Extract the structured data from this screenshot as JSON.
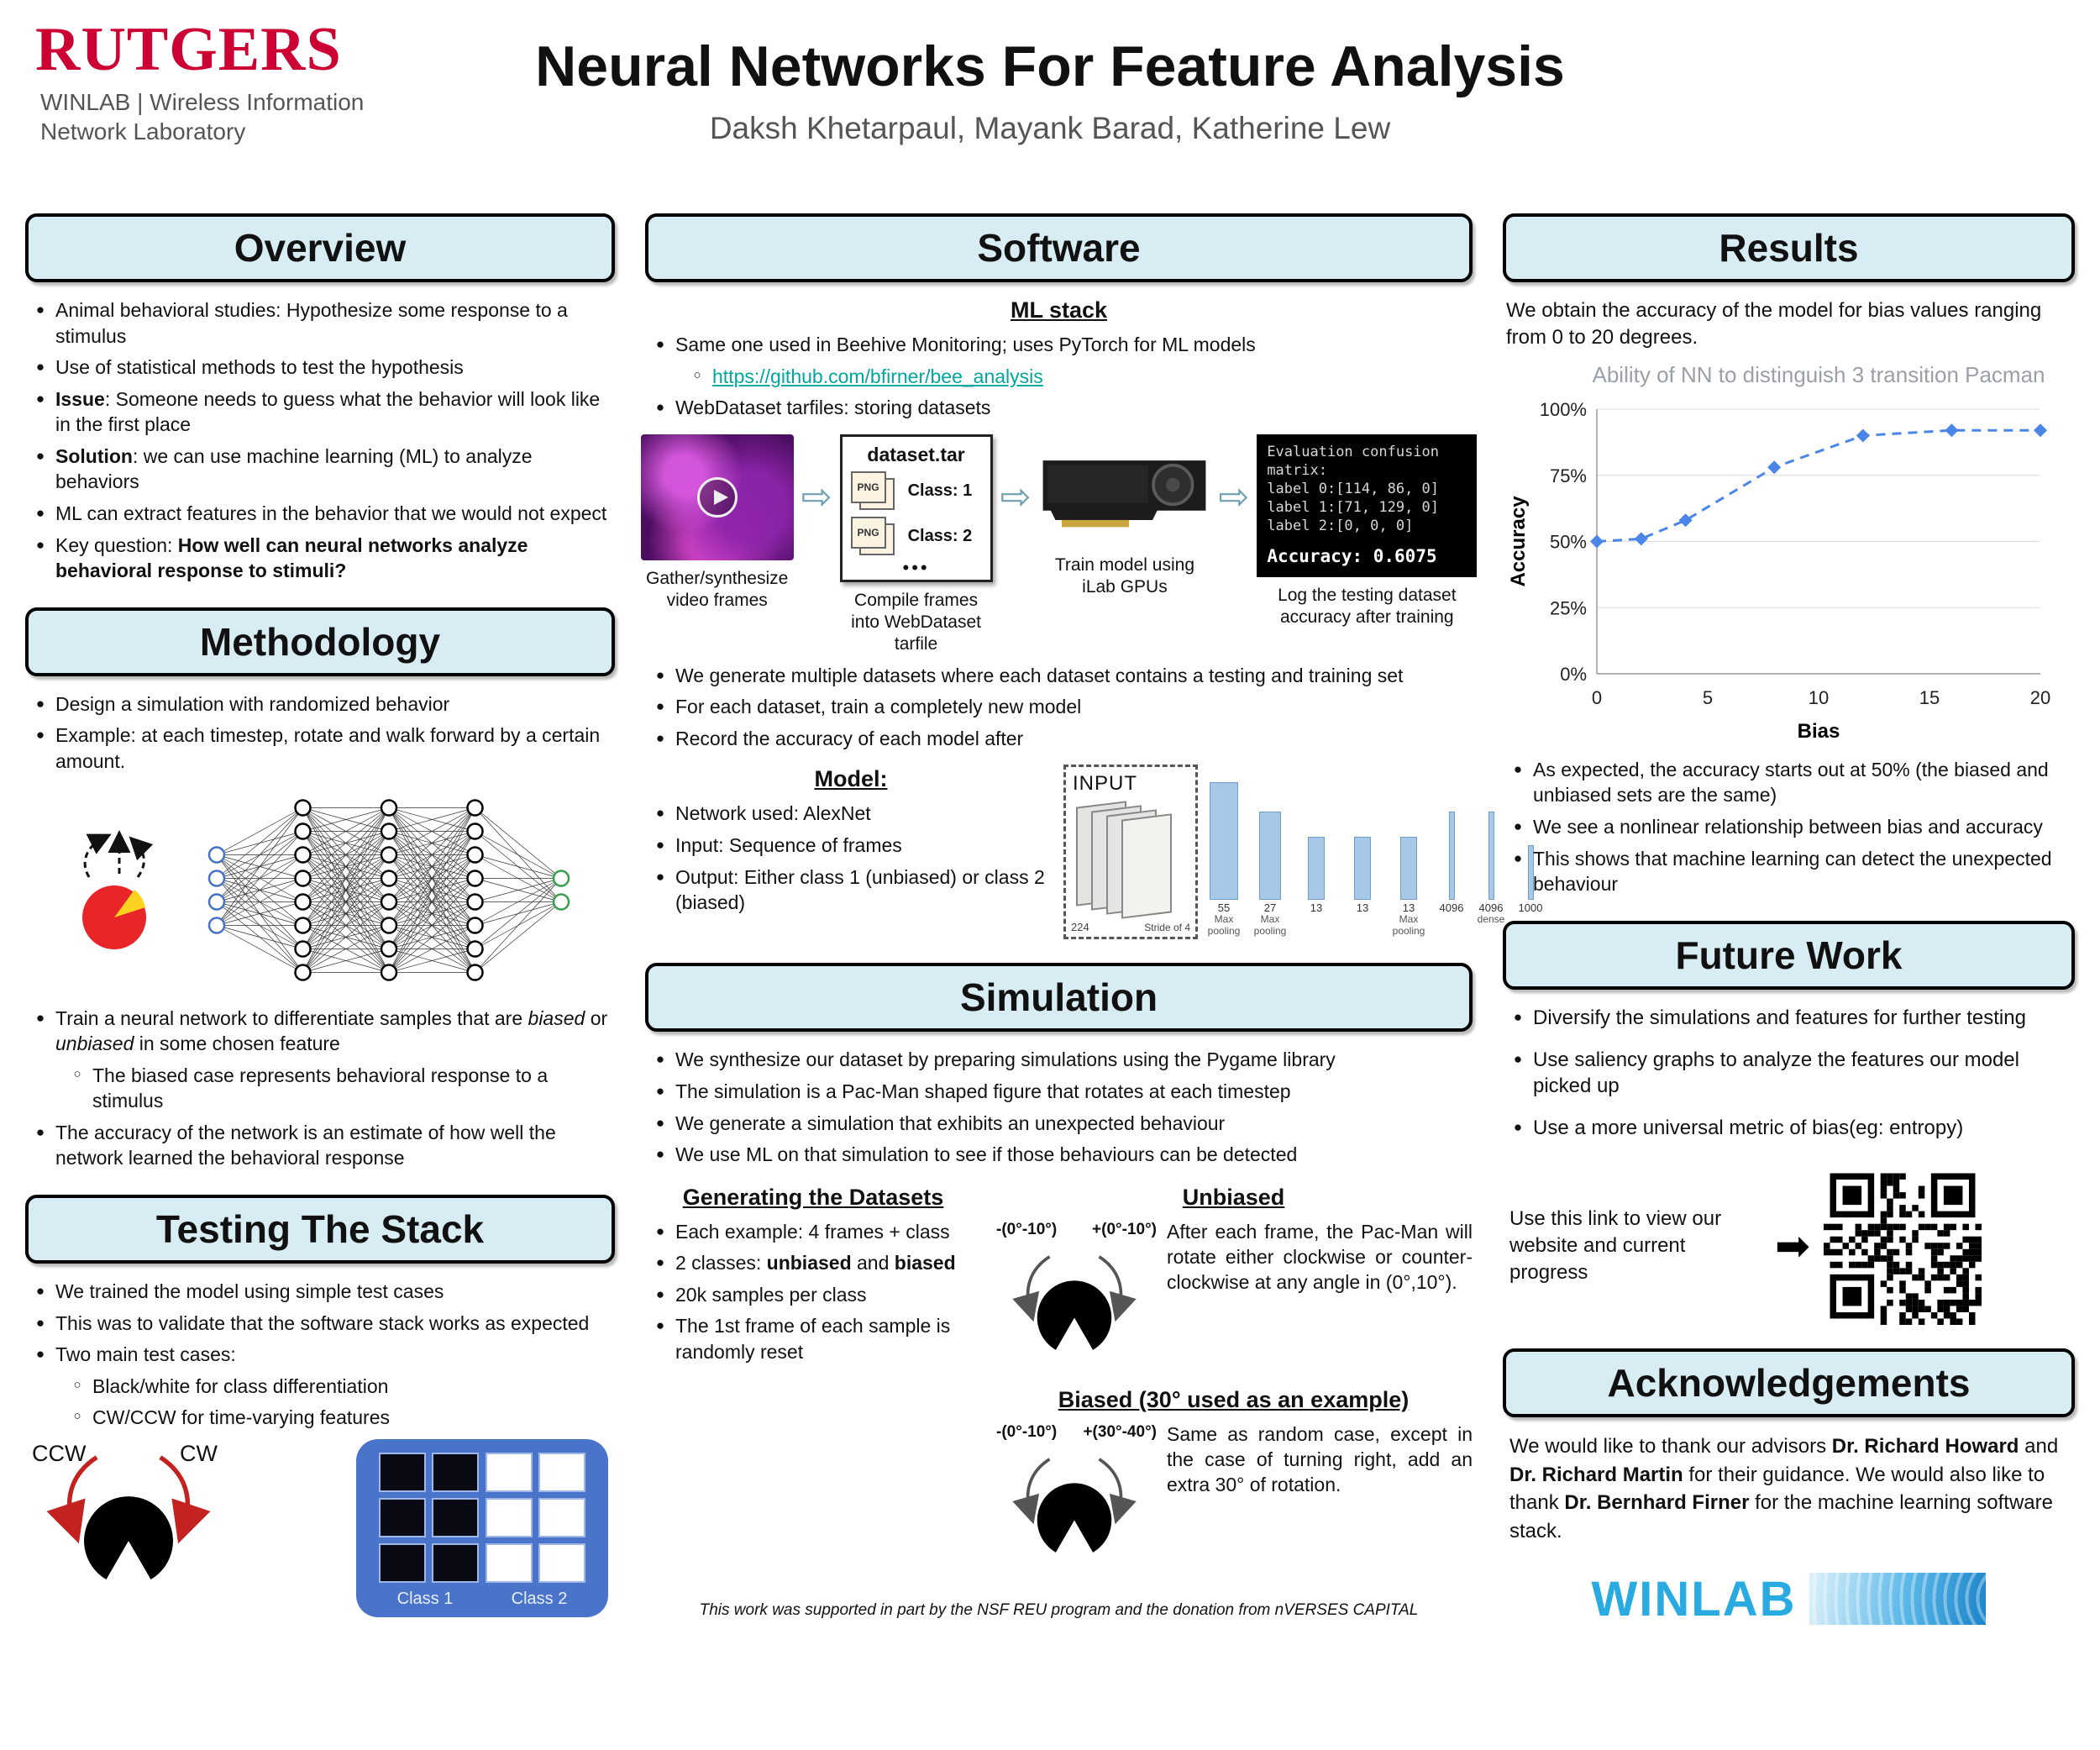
{
  "header": {
    "rutgers": "RUTGERS",
    "winlab_line1": "WINLAB | Wireless Information",
    "winlab_line2": "Network Laboratory",
    "title": "Neural Networks For Feature Analysis",
    "authors": "Daksh Khetarpaul, Mayank Barad, Katherine Lew"
  },
  "overview": {
    "title": "Overview",
    "items": [
      {
        "seg": [
          {
            "t": "Animal behavioral studies: Hypothesize some response to a stimulus"
          }
        ]
      },
      {
        "seg": [
          {
            "t": "Use of statistical methods to test the hypothesis"
          }
        ]
      },
      {
        "seg": [
          {
            "t": "Issue",
            "b": 1
          },
          {
            "t": ": Someone needs to guess what the behavior will look like in the first place"
          }
        ]
      },
      {
        "seg": [
          {
            "t": "Solution",
            "b": 1
          },
          {
            "t": ": we can use machine learning (ML) to analyze behaviors"
          }
        ]
      },
      {
        "seg": [
          {
            "t": "ML can extract features in the behavior that we would not expect"
          }
        ]
      },
      {
        "seg": [
          {
            "t": "Key question: "
          },
          {
            "t": "How well can neural networks analyze behavioral response to stimuli?",
            "b": 1
          }
        ]
      }
    ]
  },
  "methodology": {
    "title": "Methodology",
    "items_top": [
      {
        "seg": [
          {
            "t": "Design a simulation with randomized behavior"
          }
        ]
      },
      {
        "seg": [
          {
            "t": "Example: at each timestep, rotate and walk forward by a certain amount."
          }
        ]
      }
    ],
    "items_bottom": [
      {
        "seg": [
          {
            "t": "Train a neural network to differentiate samples that are "
          },
          {
            "t": "biased",
            "i": 1
          },
          {
            "t": " or "
          },
          {
            "t": "unbiased",
            "i": 1
          },
          {
            "t": " in some chosen feature"
          }
        ]
      },
      {
        "level": 1,
        "seg": [
          {
            "t": "The biased case represents behavioral response to a stimulus"
          }
        ]
      },
      {
        "seg": [
          {
            "t": "The accuracy of the network is an estimate of how well the network learned the behavioral response"
          }
        ]
      }
    ],
    "nn_layers": [
      4,
      8,
      8,
      8,
      2
    ]
  },
  "testing": {
    "title": "Testing The Stack",
    "items": [
      {
        "seg": [
          {
            "t": "We trained the model using simple test cases"
          }
        ]
      },
      {
        "seg": [
          {
            "t": "This was to validate that the software stack works as expected"
          }
        ]
      },
      {
        "seg": [
          {
            "t": "Two main test cases:"
          }
        ]
      },
      {
        "level": 1,
        "seg": [
          {
            "t": "Black/white for class differentiation"
          }
        ]
      },
      {
        "level": 1,
        "seg": [
          {
            "t": "CW/CCW for time-varying features"
          }
        ]
      }
    ],
    "ccw_label": "CCW",
    "cw_label": "CW",
    "class1_label": "Class 1",
    "class2_label": "Class 2"
  },
  "software": {
    "title": "Software",
    "ml_stack_heading": "ML stack",
    "items_top": [
      {
        "seg": [
          {
            "t": "Same one used in Beehive Monitoring; uses PyTorch for ML models"
          }
        ]
      },
      {
        "level": 1,
        "seg": [
          {
            "t": "https://github.com/bfirner/bee_analysis",
            "link": 1
          }
        ]
      },
      {
        "seg": [
          {
            "t": "WebDataset tarfiles: storing datasets"
          }
        ]
      }
    ],
    "pipeline": {
      "dataset_tar": "dataset.tar",
      "png_label": "PNG",
      "class1": "Class: 1",
      "class2": "Class: 2",
      "dots": "•••",
      "terminal_lines": [
        "Evaluation confusion",
        "matrix:",
        "label 0:[114, 86, 0]",
        "label 1:[71, 129, 0]",
        "label 2:[0, 0, 0]"
      ],
      "terminal_accuracy": "Accuracy: 0.6075",
      "captions": [
        "Gather/synthesize video frames",
        "Compile frames into WebDataset tarfile",
        "Train model using iLab GPUs",
        "Log the testing dataset accuracy after training"
      ]
    },
    "items_mid": [
      {
        "seg": [
          {
            "t": "We generate multiple datasets where each dataset contains a testing and training set"
          }
        ]
      },
      {
        "seg": [
          {
            "t": "For each dataset, train a completely new model"
          }
        ]
      },
      {
        "seg": [
          {
            "t": "Record the accuracy of each model after"
          }
        ]
      }
    ],
    "model_heading": "Model:",
    "items_model": [
      {
        "seg": [
          {
            "t": "Network used: AlexNet"
          }
        ]
      },
      {
        "seg": [
          {
            "t": "Input: Sequence of frames"
          }
        ]
      },
      {
        "seg": [
          {
            "t": "Output: Either class 1 (unbiased) or class 2 (biased)"
          }
        ]
      }
    ],
    "alexnet": {
      "input_label": "INPUT",
      "left_num": "224",
      "stride": "Stride of 4",
      "conv_labels": [
        "55",
        "27",
        "13",
        "13",
        "13"
      ],
      "pool_caption": "Max pooling",
      "dense_caption": "dense",
      "dense_labels": [
        "4096",
        "4096",
        "1000"
      ]
    }
  },
  "simulation": {
    "title": "Simulation",
    "items": [
      {
        "seg": [
          {
            "t": "We synthesize our dataset by preparing simulations using the Pygame library"
          }
        ]
      },
      {
        "seg": [
          {
            "t": "The simulation is a Pac-Man shaped figure that rotates at each timestep"
          }
        ]
      },
      {
        "seg": [
          {
            "t": "We generate a simulation that exhibits an unexpected behaviour"
          }
        ]
      },
      {
        "seg": [
          {
            "t": "We use ML on that simulation to see if those behaviours can be detected"
          }
        ]
      }
    ],
    "datasets_heading": "Generating the Datasets",
    "dataset_items": [
      {
        "seg": [
          {
            "t": "Each example: 4 frames + class"
          }
        ]
      },
      {
        "seg": [
          {
            "t": "2 classes: "
          },
          {
            "t": "unbiased",
            "b": 1
          },
          {
            "t": " and "
          },
          {
            "t": "biased",
            "b": 1
          }
        ]
      },
      {
        "seg": [
          {
            "t": "20k samples per class"
          }
        ]
      },
      {
        "seg": [
          {
            "t": "The 1st frame of each sample is randomly reset"
          }
        ]
      }
    ],
    "unbiased_heading": "Unbiased",
    "unbiased_left_label": "-(0°-10°)",
    "unbiased_right_label": "+(0°-10°)",
    "unbiased_text": "After each frame, the Pac-Man will rotate either clockwise or counter-clockwise at any angle in (0°,10°).",
    "biased_heading": "Biased (30° used as an example)",
    "biased_left_label": "-(0°-10°)",
    "biased_right_label": "+(30°-40°)",
    "biased_text": "Same as random case, except in the case of turning right, add an extra 30° of rotation.",
    "footnote": "This work was supported in part by the NSF REU program and the donation from nVERSES CAPITAL"
  },
  "results": {
    "title": "Results",
    "intro": "We obtain the accuracy of the model for bias values ranging from 0 to 20 degrees.",
    "items": [
      {
        "seg": [
          {
            "t": "As expected, the accuracy starts out at 50% (the biased and unbiased sets are the same)"
          }
        ]
      },
      {
        "seg": [
          {
            "t": "We see a nonlinear relationship between bias and accuracy"
          }
        ]
      },
      {
        "seg": [
          {
            "t": "This shows that machine learning can detect the unexpected behaviour"
          }
        ]
      }
    ]
  },
  "chart_data": {
    "type": "line",
    "title": "Ability of NN to distinguish 3 transition Pacman",
    "xlabel": "Bias",
    "ylabel": "Accuracy",
    "x": [
      0,
      2,
      4,
      8,
      12,
      16,
      20
    ],
    "y": [
      50,
      51,
      58,
      78,
      90,
      92,
      92
    ],
    "xlim": [
      0,
      20
    ],
    "ylim": [
      0,
      100
    ],
    "xticks": [
      0,
      5,
      10,
      15,
      20
    ],
    "ytick_values": [
      0,
      25,
      50,
      75,
      100
    ],
    "ytick_labels": [
      "0%",
      "25%",
      "50%",
      "75%",
      "100%"
    ],
    "line_color": "#4a86e8",
    "line_style": "dashed",
    "marker": "diamond",
    "grid": true,
    "legend": "none"
  },
  "future": {
    "title": "Future Work",
    "items": [
      {
        "seg": [
          {
            "t": "Diversify the simulations and features for further testing"
          }
        ]
      },
      {
        "seg": [
          {
            "t": "Use saliency graphs to analyze the features our model picked up"
          }
        ]
      },
      {
        "seg": [
          {
            "t": "Use a more universal metric of bias(eg: entropy)"
          }
        ]
      }
    ],
    "qr_text": "Use this link to view our website and current progress"
  },
  "acknowledgements": {
    "title": "Acknowledgements",
    "seg": [
      {
        "t": "We would like to thank our advisors "
      },
      {
        "t": "Dr. Richard Howard",
        "b": 1
      },
      {
        "t": " and "
      },
      {
        "t": "Dr. Richard Martin",
        "b": 1
      },
      {
        "t": " for their guidance. We would also like to thank "
      },
      {
        "t": "Dr. Bernhard Firner",
        "b": 1
      },
      {
        "t": " for the machine learning software stack."
      }
    ],
    "winlab_logo": "WINLAB"
  }
}
